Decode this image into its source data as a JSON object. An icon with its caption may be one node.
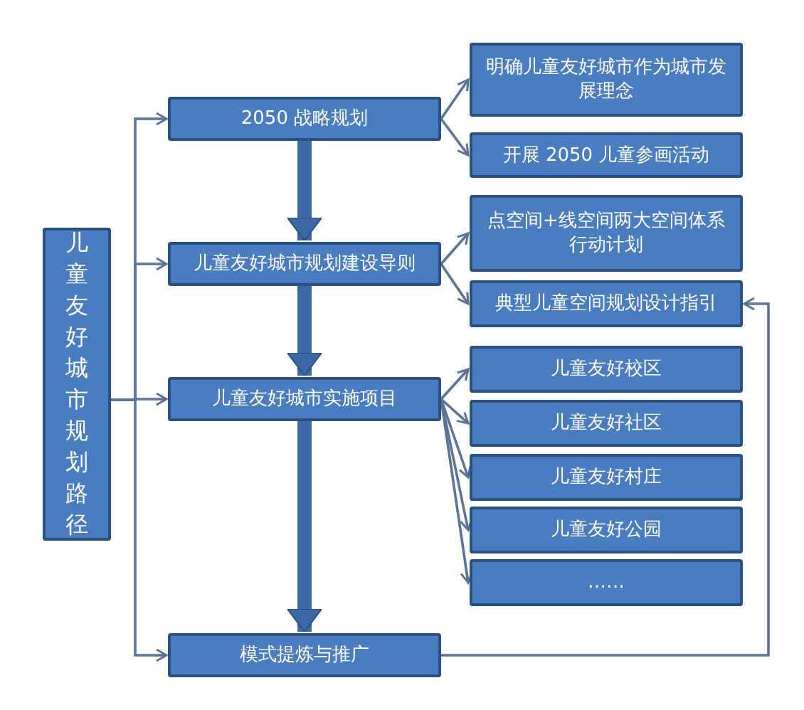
{
  "diagram": {
    "nodes": [
      {
        "text": [
          "儿童友好城市规划路径"
        ]
      },
      {
        "text": [
          "2050 战略规划"
        ]
      },
      {
        "text": [
          "儿童友好城市规划建设导则"
        ]
      },
      {
        "text": [
          "儿童友好城市实施项目"
        ]
      },
      {
        "text": [
          "模式提炼与推广"
        ]
      },
      {
        "text": [
          "明确儿童友好城市作为城市发展理念"
        ]
      },
      {
        "text": [
          "开展 2050 儿童参画活动"
        ]
      },
      {
        "text": [
          "点空间+线空间两大空间体系行动计划"
        ]
      },
      {
        "text": [
          "典型儿童空间规划设计指引"
        ]
      },
      {
        "text": [
          "儿童友好校区"
        ]
      },
      {
        "text": [
          "儿童友好社区"
        ]
      },
      {
        "text": [
          "儿童友好村庄"
        ]
      },
      {
        "text": [
          "儿童友好公园"
        ]
      },
      {
        "text": [
          "……"
        ]
      }
    ],
    "edges": [
      {
        "from": 0,
        "to": 1,
        "arrow": "to"
      },
      {
        "from": 0,
        "to": 2,
        "arrow": "to"
      },
      {
        "from": 0,
        "to": 3,
        "arrow": "to"
      },
      {
        "from": 0,
        "to": 4,
        "arrow": "to"
      },
      {
        "from": 1,
        "to": 2,
        "arrow": "to",
        "style": "thick"
      },
      {
        "from": 2,
        "to": 3,
        "arrow": "to",
        "style": "thick"
      },
      {
        "from": 3,
        "to": 4,
        "arrow": "to",
        "style": "thick"
      },
      {
        "from": 1,
        "to": 5,
        "arrow": "to"
      },
      {
        "from": 1,
        "to": 6,
        "arrow": "to"
      },
      {
        "from": 2,
        "to": 7,
        "arrow": "to"
      },
      {
        "from": 2,
        "to": 8,
        "arrow": "to"
      },
      {
        "from": 3,
        "to": 9,
        "arrow": "to"
      },
      {
        "from": 3,
        "to": 10,
        "arrow": "to"
      },
      {
        "from": 3,
        "to": 11,
        "arrow": "to"
      },
      {
        "from": 3,
        "to": 12,
        "arrow": "to"
      },
      {
        "from": 3,
        "to": 13,
        "arrow": "to"
      },
      {
        "from": 4,
        "to": 8,
        "arrow": "to"
      }
    ]
  }
}
